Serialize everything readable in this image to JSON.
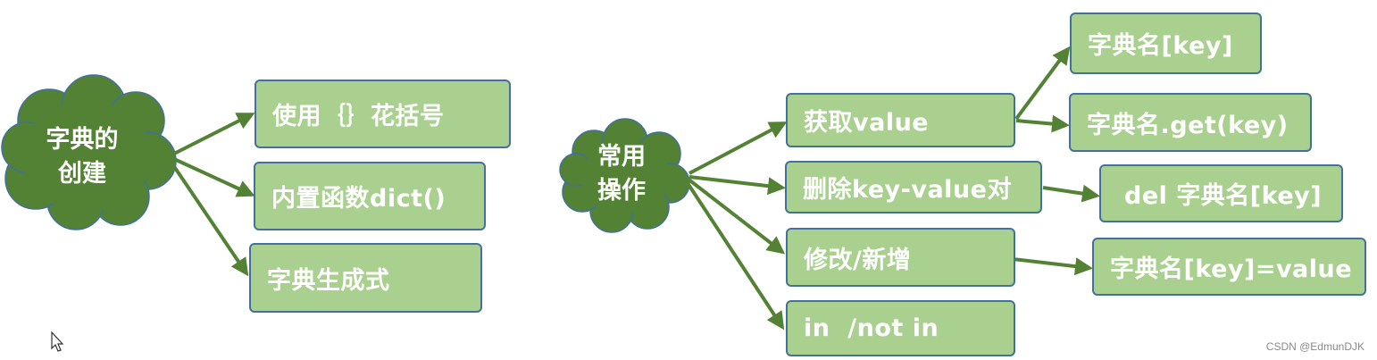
{
  "left_cluster": {
    "root": {
      "line1": "字典的",
      "line2": "创建"
    },
    "children": [
      "使用｛｝花括号",
      "内置函数dict()",
      "字典生成式"
    ]
  },
  "right_cluster": {
    "root": {
      "line1": "常用",
      "line2": "操作"
    },
    "ops": {
      "get": "获取value",
      "delete": "删除key-value对",
      "modify": "修改/新增",
      "membership": "in  /not in"
    },
    "details": {
      "get_bracket": "字典名[key]",
      "get_method": "字典名.get(key)",
      "delete_syntax": "del 字典名[key]",
      "modify_syntax": "字典名[key]=value"
    }
  },
  "watermark": "CSDN @EdmunDJK",
  "colors": {
    "cloud_fill": "#548235",
    "cloud_stroke": "#41719c",
    "box_fill": "#a9d08e",
    "box_border": "#41719c",
    "arrow": "#548235",
    "text": "#ffffff"
  }
}
